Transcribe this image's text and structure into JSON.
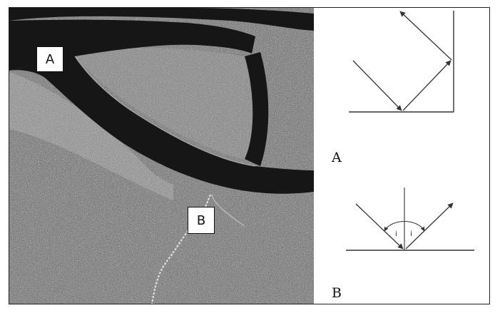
{
  "image_labels": {
    "a": "A",
    "b": "B"
  },
  "diagram_labels": {
    "a": "A",
    "b": "B"
  },
  "angle_labels": {
    "incident": "i",
    "reflected": "i"
  },
  "colors": {
    "river": "#141414",
    "terrain_dark": "#4a4a4a",
    "terrain_light": "#9a9a9a",
    "line": "#333333"
  }
}
